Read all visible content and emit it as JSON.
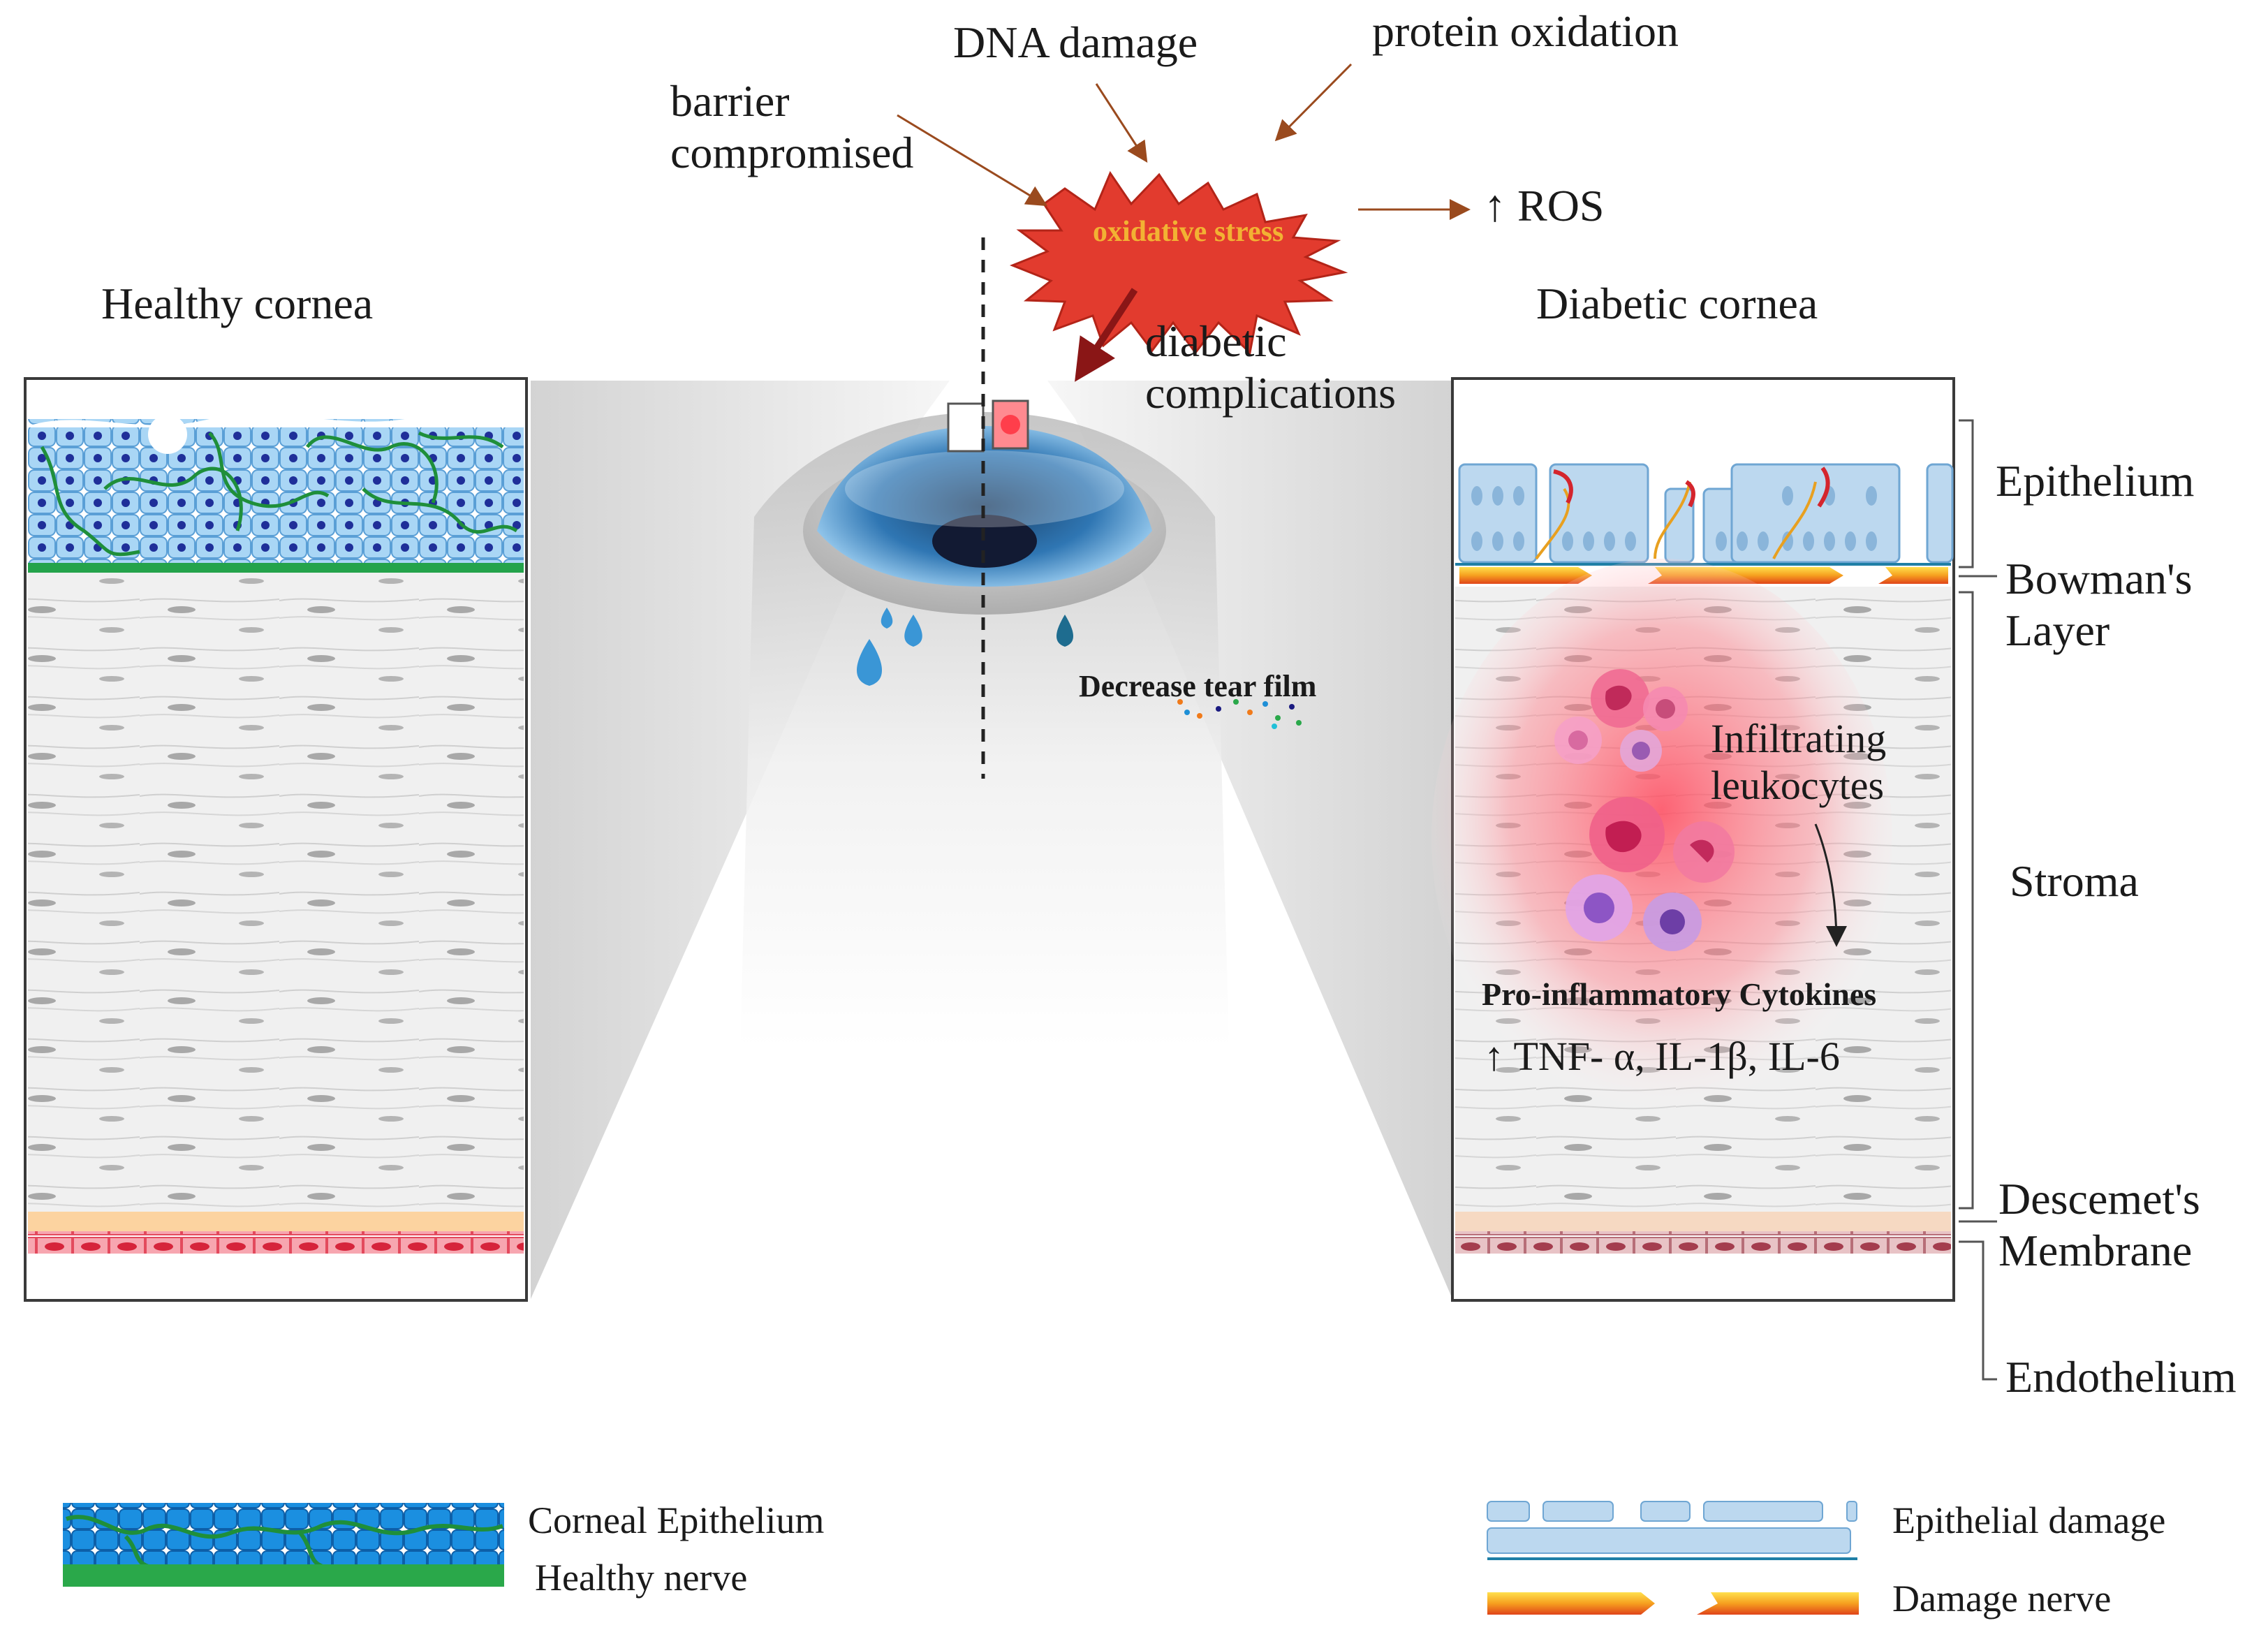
{
  "stress": {
    "center": "oxidative stress",
    "inputs": [
      "barrier\ncompromised",
      "DNA damage",
      "protein oxidation"
    ],
    "output": "↑ ROS",
    "consequence": "diabetic\ncomplications"
  },
  "panels": {
    "healthy_title": "Healthy cornea",
    "diabetic_title": "Diabetic cornea"
  },
  "eye": {
    "tear_label": "Decrease tear film"
  },
  "inflammation": {
    "cells_label": "Infiltrating\nleukocytes",
    "cytokine_title": "Pro-inflammatory Cytokines",
    "cytokine_list": "↑ TNF- α, IL-1β, IL-6"
  },
  "layers": [
    "Epithelium",
    "Bowman's\nLayer",
    "Stroma",
    "Descemet's\nMembrane",
    "Endothelium"
  ],
  "legend": {
    "left": [
      "Corneal Epithelium",
      "Healthy nerve"
    ],
    "right": [
      "Epithelial damage",
      "Damage nerve"
    ]
  },
  "colors": {
    "epithelium_blue": "#8ec4ee",
    "nerve_green": "#1f8f3a",
    "stress_red": "#e23b2e",
    "stress_text": "#f2b233",
    "arrow_brown": "#9a4a1e",
    "arrow_darkred": "#8a1616",
    "endothelium_red": "#f05b6e",
    "descemet_peach": "#fcd3a0",
    "inflammation": "#ff5a6a"
  }
}
